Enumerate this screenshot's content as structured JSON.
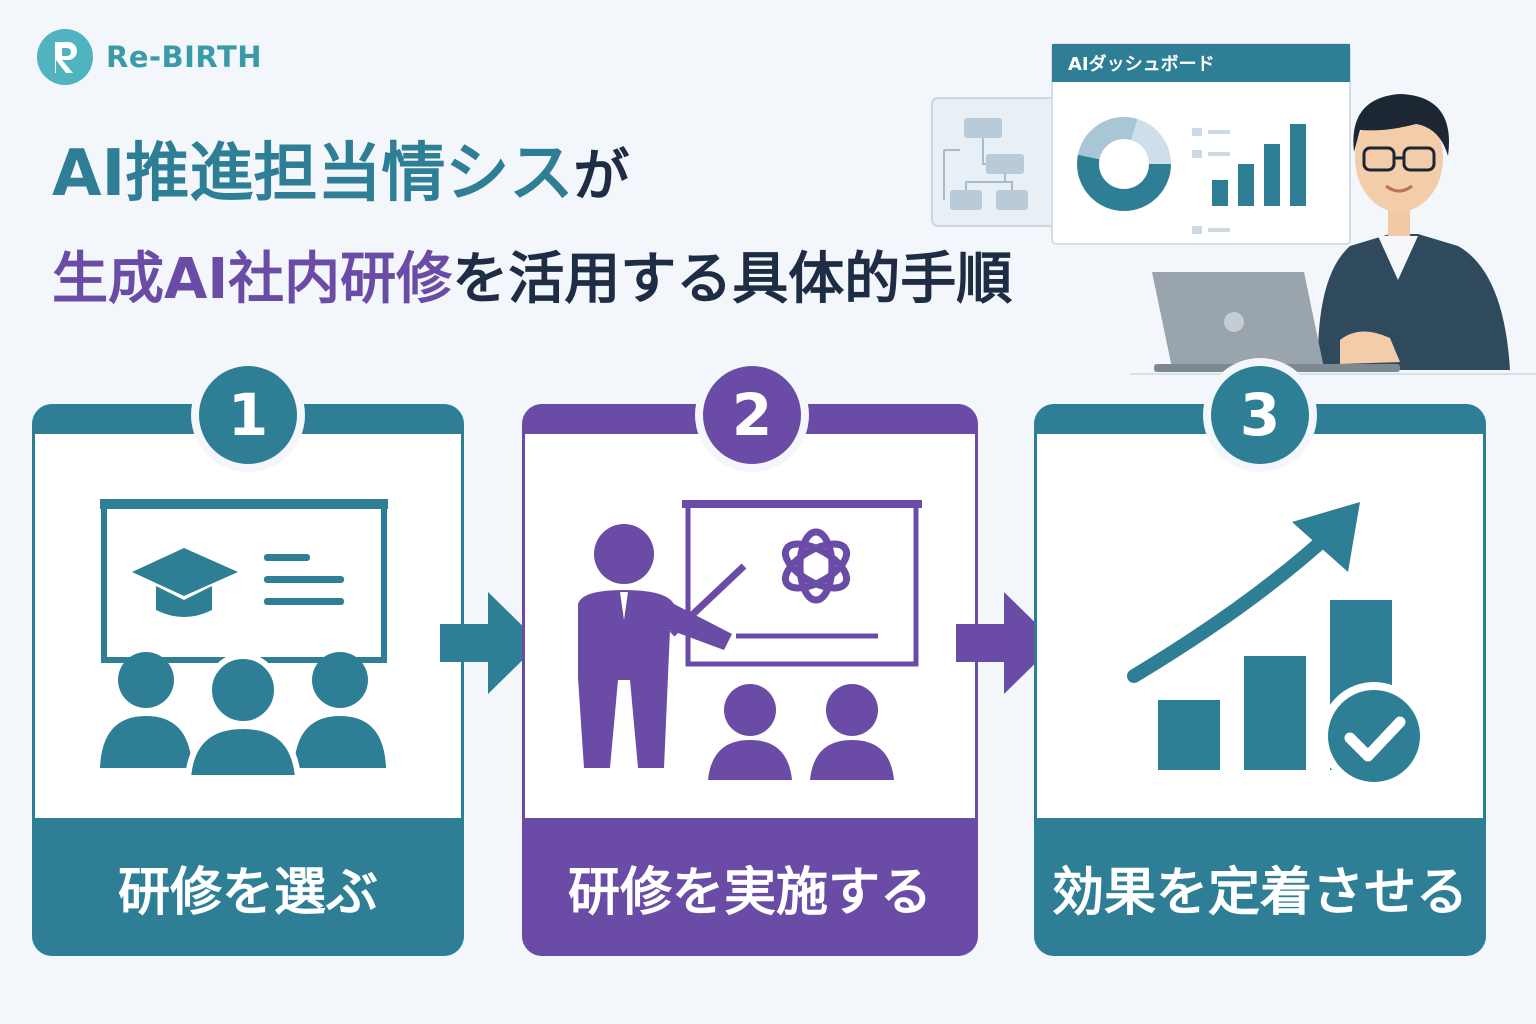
{
  "brand": {
    "name": "Re-BIRTH"
  },
  "title": {
    "line1_main": "AI推進担当情シス",
    "line1_suffix": "が",
    "line2_highlight": "生成AI社内研修",
    "line2_rest": "を活用する具体的手順"
  },
  "dashboard": {
    "label": "AIダッシュボード"
  },
  "steps": [
    {
      "number": "1",
      "label": "研修を選ぶ"
    },
    {
      "number": "2",
      "label": "研修を実施する"
    },
    {
      "number": "3",
      "label": "効果を定着させる"
    }
  ],
  "colors": {
    "teal": "#2e7f95",
    "purple": "#6a4ca6",
    "dark": "#1f2d44",
    "background": "#f3f6fa"
  }
}
